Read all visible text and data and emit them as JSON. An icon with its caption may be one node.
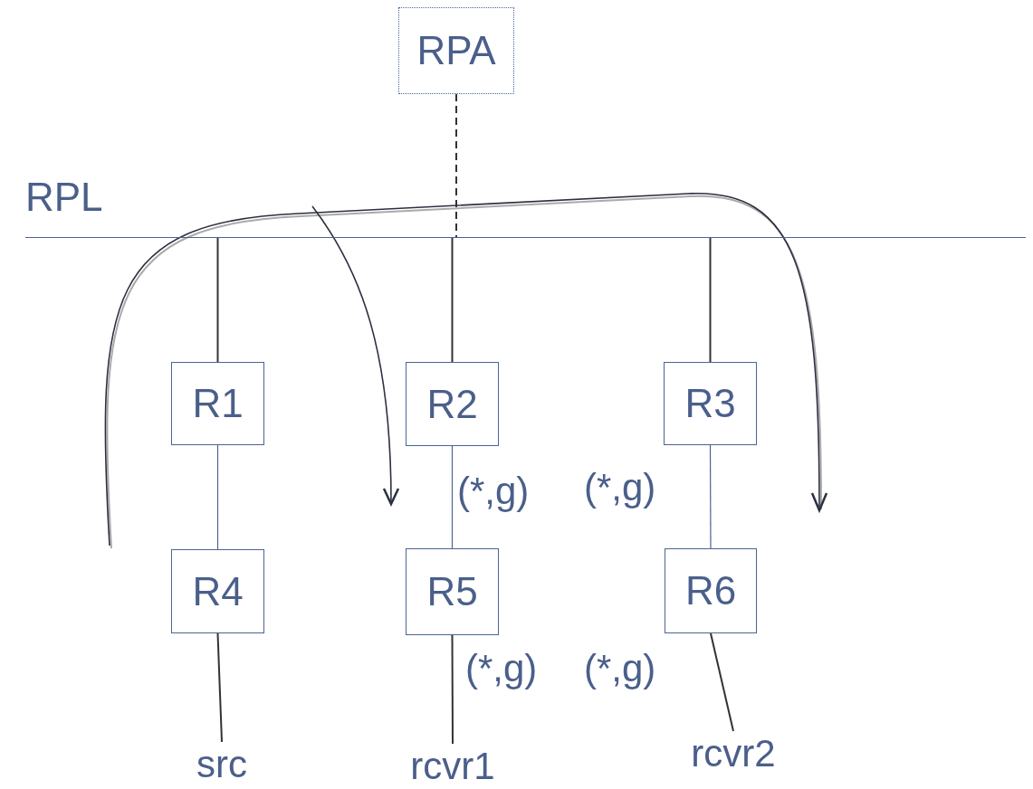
{
  "diagram": {
    "nodes": [
      {
        "text": [
          "RPA"
        ]
      },
      {
        "text": [
          "RPL"
        ]
      },
      {
        "text": [
          "R1"
        ]
      },
      {
        "text": [
          "R2"
        ]
      },
      {
        "text": [
          "R3"
        ]
      },
      {
        "text": [
          "R4"
        ]
      },
      {
        "text": [
          "R5"
        ]
      },
      {
        "text": [
          "R6"
        ]
      },
      {
        "text": [
          "src"
        ]
      },
      {
        "text": [
          "rcvr1"
        ]
      },
      {
        "text": [
          "rcvr2"
        ]
      }
    ],
    "edges": [
      {
        "from": 0,
        "to": 1,
        "arrow": "none",
        "style": "dashed"
      },
      {
        "from": 1,
        "to": 2,
        "arrow": "none"
      },
      {
        "from": 1,
        "to": 3,
        "arrow": "none"
      },
      {
        "from": 1,
        "to": 4,
        "arrow": "none"
      },
      {
        "from": 2,
        "to": 5,
        "arrow": "none",
        "color": "#4a6590"
      },
      {
        "from": 3,
        "to": 6,
        "arrow": "none",
        "color": "#4a6590"
      },
      {
        "from": 4,
        "to": 7,
        "arrow": "none",
        "color": "#4a6590"
      },
      {
        "from": 5,
        "to": 8,
        "arrow": "none"
      },
      {
        "from": 6,
        "to": 9,
        "arrow": "none"
      },
      {
        "from": 7,
        "to": 10,
        "arrow": "none"
      }
    ],
    "labels": [
      "(*,g)",
      "(*,g)",
      "(*,g)",
      "(*,g)"
    ]
  }
}
